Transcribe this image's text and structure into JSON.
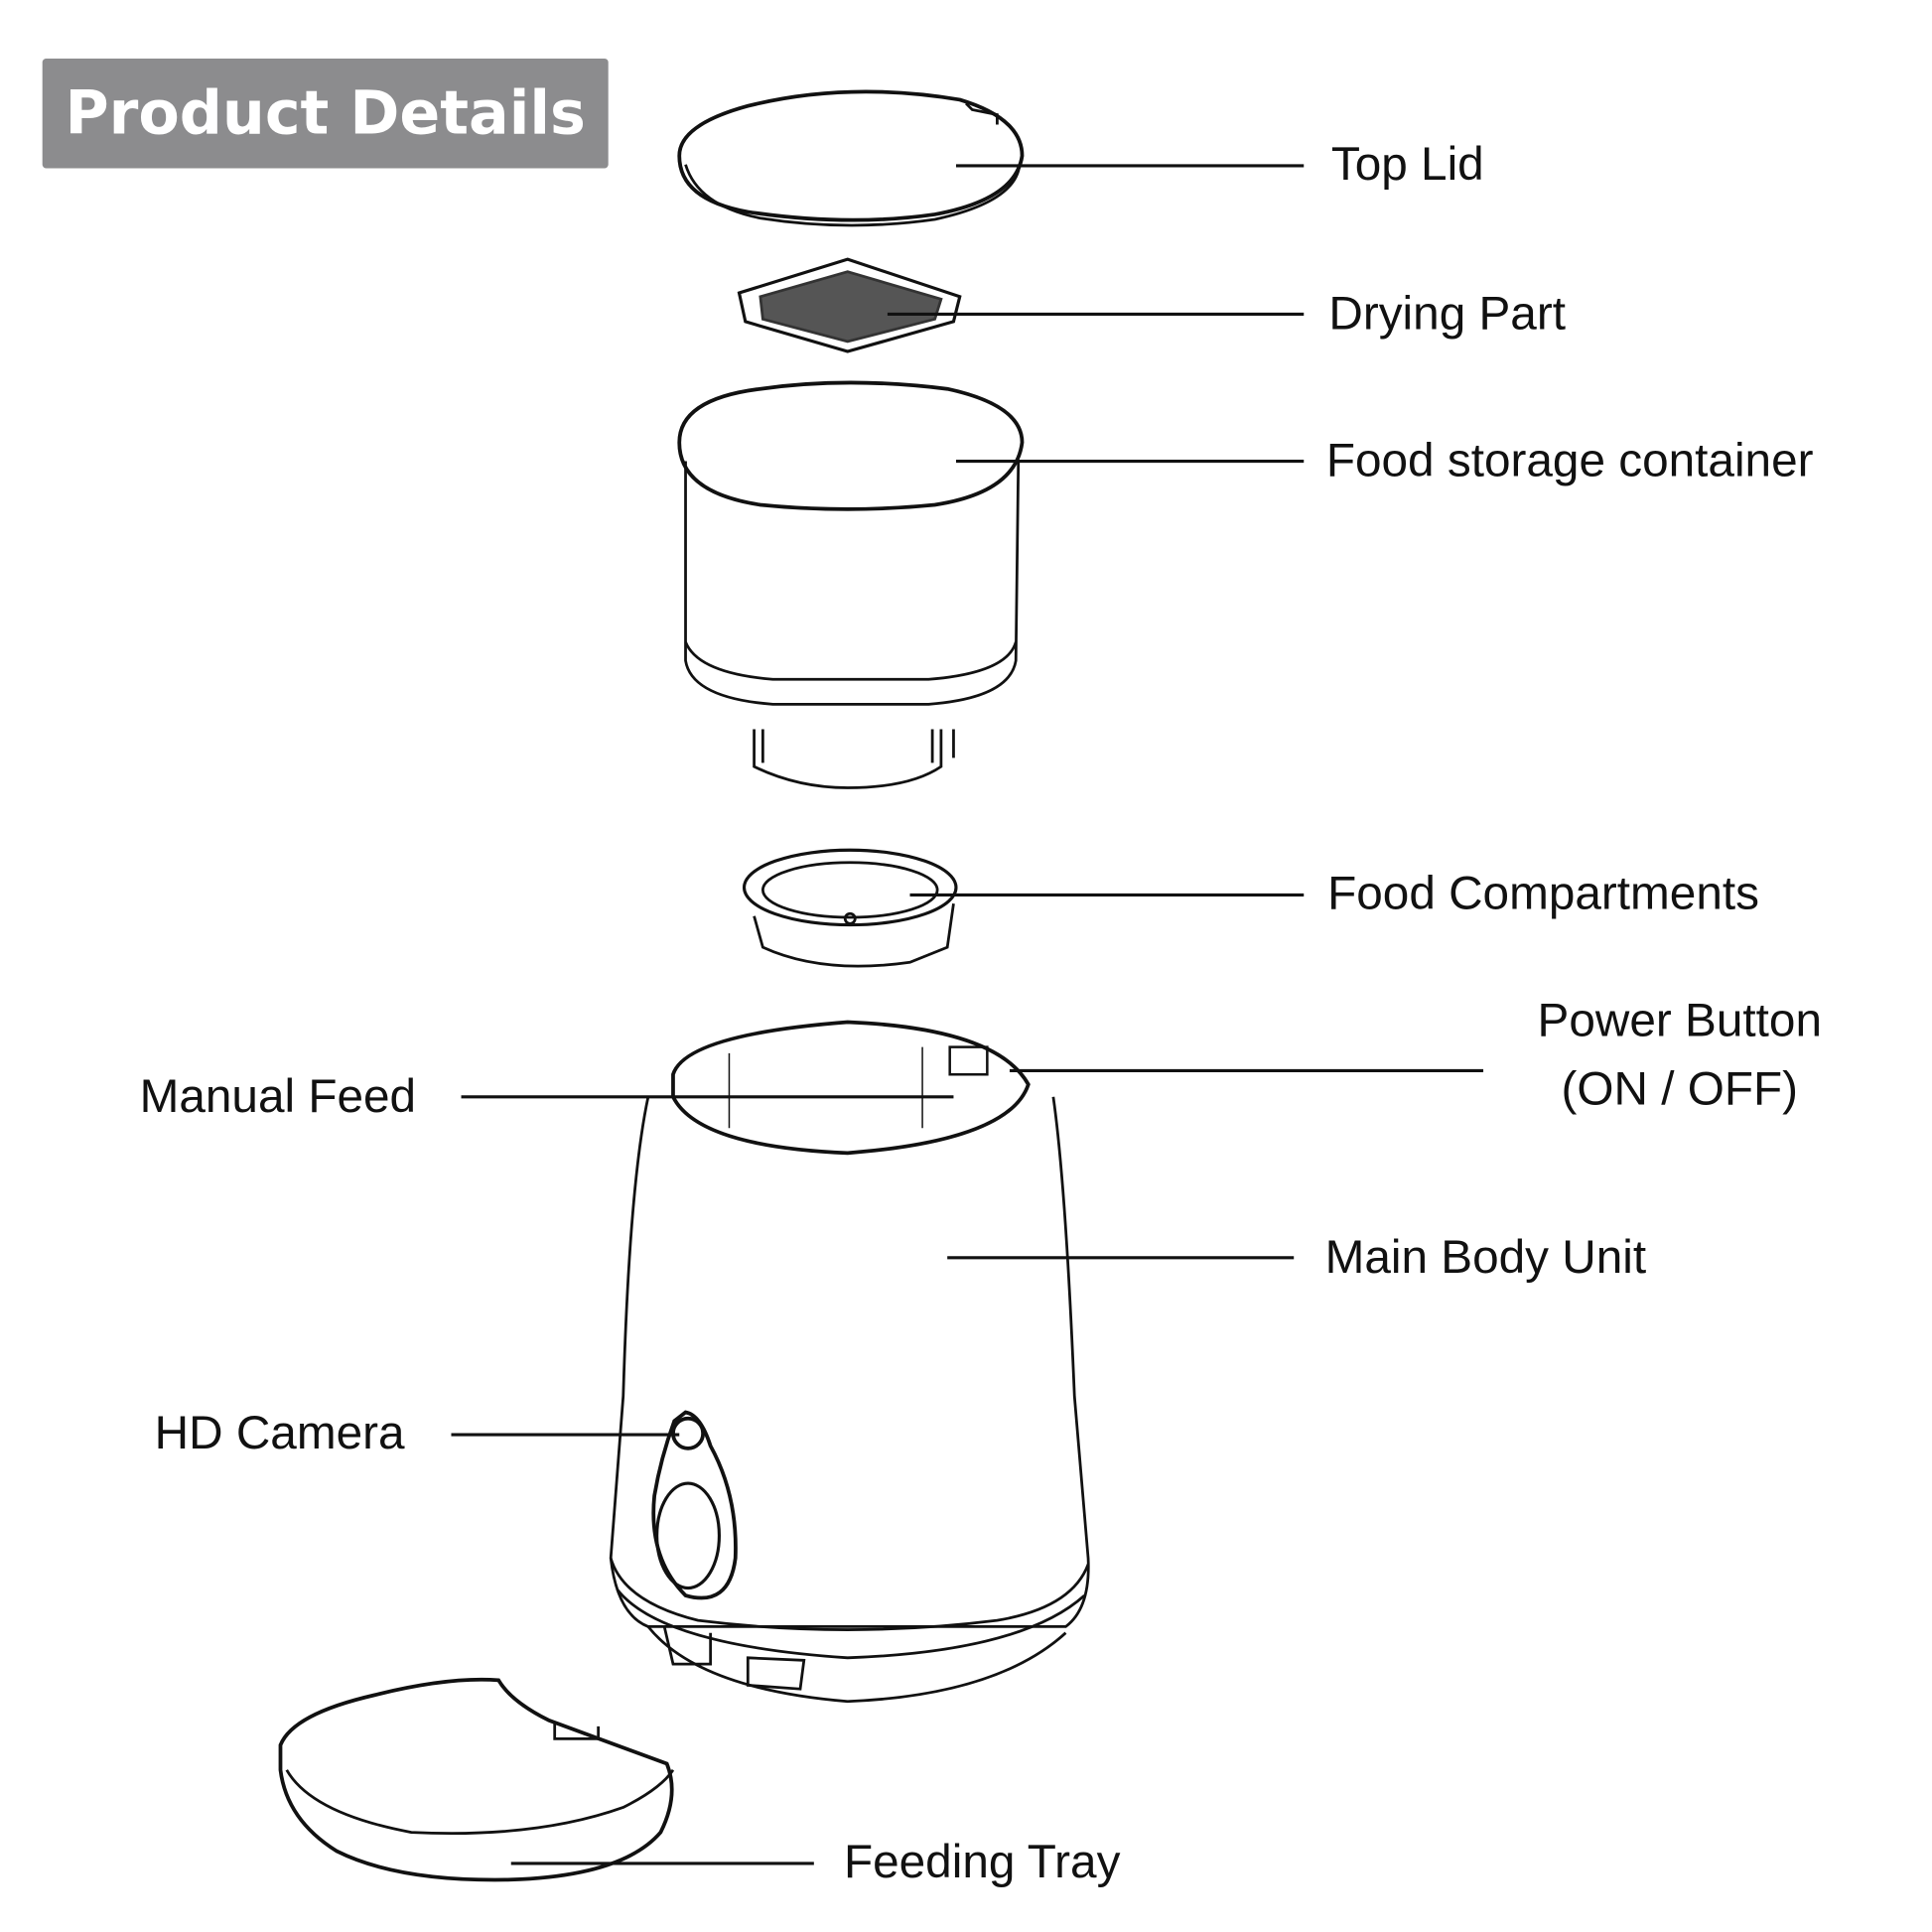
{
  "header": {
    "title": "Product Details",
    "color": "#8c8c8e"
  },
  "labels": {
    "top_lid": "Top Lid",
    "drying_part": "Drying Part",
    "food_storage": "Food storage container",
    "food_compartments": "Food Compartments",
    "power_button_line1": "Power Button",
    "power_button_line2": "(ON / OFF)",
    "manual_feed": "Manual Feed",
    "main_body": "Main Body Unit",
    "hd_camera": "HD Camera",
    "feeding_tray": "Feeding Tray"
  }
}
